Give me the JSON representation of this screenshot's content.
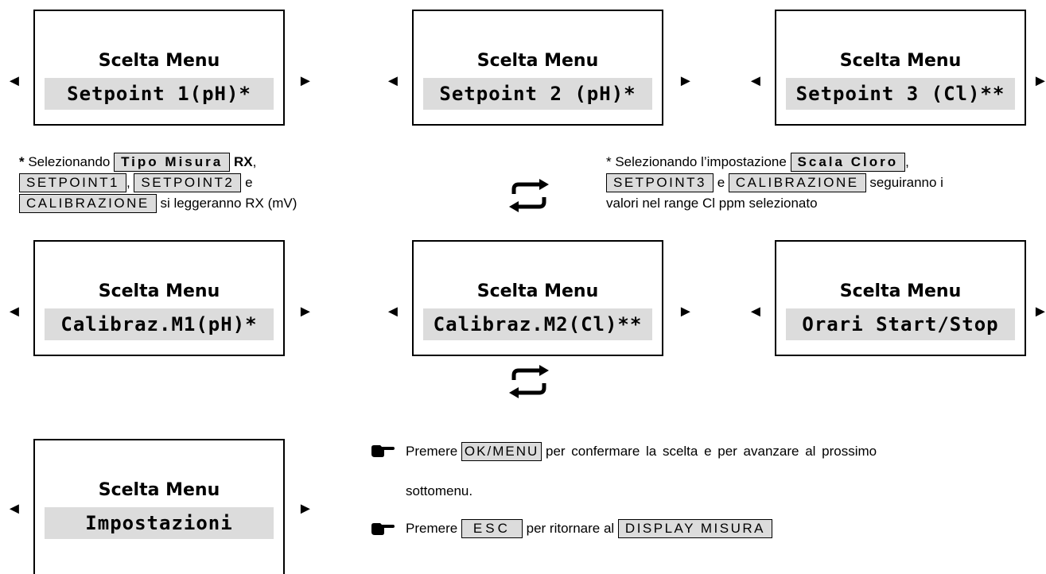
{
  "menus": [
    {
      "title": "Scelta Menu",
      "value": "Setpoint 1(pH)*"
    },
    {
      "title": "Scelta Menu",
      "value": "Setpoint 2 (pH)*"
    },
    {
      "title": "Scelta Menu",
      "value": "Setpoint 3 (Cl)**"
    },
    {
      "title": "Scelta Menu",
      "value": "Calibraz.M1(pH)*"
    },
    {
      "title": "Scelta Menu",
      "value": "Calibraz.M2(Cl)**"
    },
    {
      "title": "Scelta Menu",
      "value": "Orari Start/Stop"
    },
    {
      "title": "Scelta Menu",
      "value": "Impostazioni"
    }
  ],
  "arrows": {
    "left": "◄",
    "right": "►"
  },
  "note1": {
    "star": "*",
    "intro": " Selezionando ",
    "tipo_misura": "Tipo Misura",
    "rx": "RX",
    "comma": ",",
    "setpoint1": "SETPOINT1",
    "setpoint2": "SETPOINT2",
    "e": "e",
    "calibrazione": "CALIBRAZIONE",
    "tail": "si leggeranno RX (mV)"
  },
  "note2": {
    "intro": "* Selezionando l’impostazione ",
    "scala_cloro": "Scala Cloro",
    "comma": ",",
    "setpoint3": "SETPOINT3",
    "e": "e",
    "calibrazione": "CALIBRAZIONE",
    "tail1": "seguiranno i",
    "tail2": "valori nel range Cl ppm selezionato"
  },
  "instructions": {
    "premere": "Premere",
    "ok_menu": "OK/MENU",
    "ok_text1": "per confermare la scelta e per avanzare al prossimo",
    "ok_text2": "sottomenu.",
    "esc": "ESC",
    "esc_text": "per ritornare al",
    "display_misura": "DISPLAY MISURA"
  },
  "icons": [
    "pointing-hand-icon",
    "cycle-arrows-icon"
  ]
}
